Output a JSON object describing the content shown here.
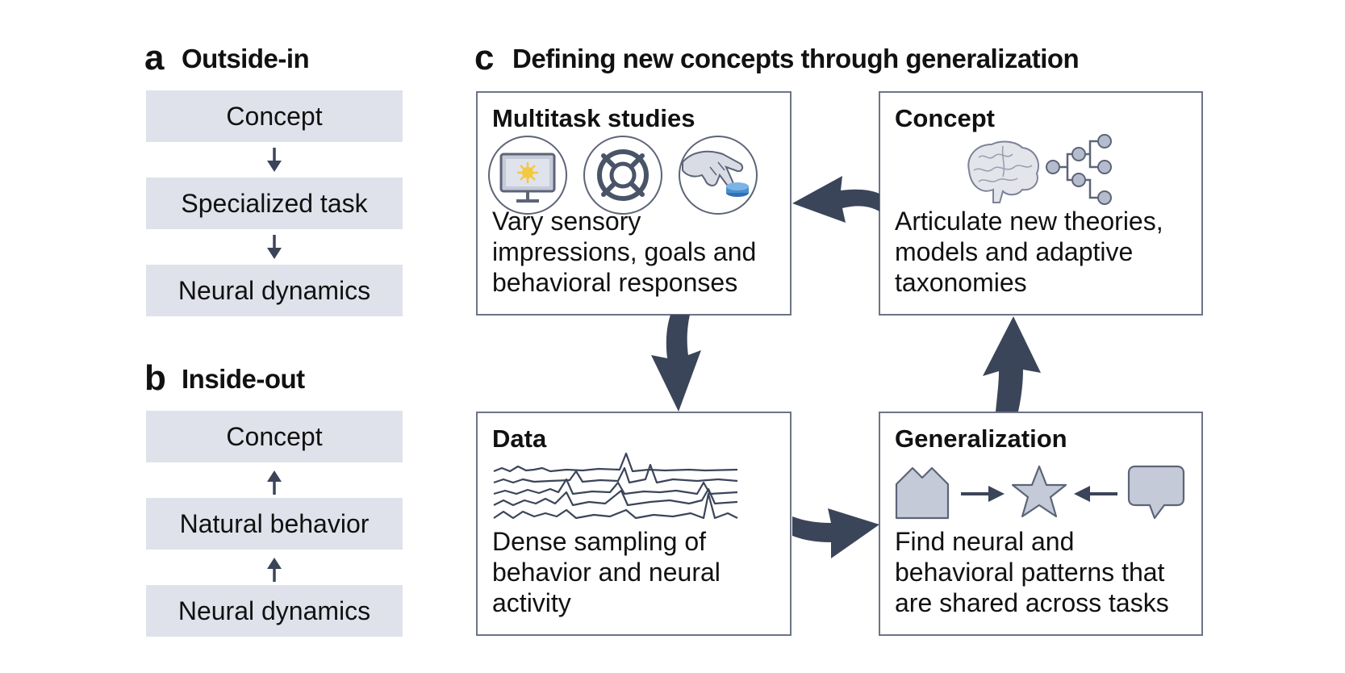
{
  "panel_a": {
    "letter": "a",
    "title": "Outside-in",
    "steps": [
      "Concept",
      "Specialized task",
      "Neural dynamics"
    ],
    "arrow_direction": "down"
  },
  "panel_b": {
    "letter": "b",
    "title": "Inside-out",
    "steps": [
      "Concept",
      "Natural behavior",
      "Neural dynamics"
    ],
    "arrow_direction": "up"
  },
  "panel_c": {
    "letter": "c",
    "title": "Defining new concepts through generalization",
    "boxes": {
      "multitask": {
        "heading": "Multitask studies",
        "text": "Vary sensory\nimpressions, goals and\nbehavioral responses",
        "icons": [
          "monitor-sun-icon",
          "target-reticle-icon",
          "hand-pressing-button-icon"
        ]
      },
      "concept": {
        "heading": "Concept",
        "text": "Articulate new theories,\nmodels and adaptive\ntaxonomies",
        "icons": [
          "brain-icon",
          "tree-diagram-icon"
        ]
      },
      "data": {
        "heading": "Data",
        "text": "Dense sampling of\nbehavior and neural\nactivity",
        "icons": [
          "neural-traces-icon"
        ]
      },
      "generalization": {
        "heading": "Generalization",
        "text": "Find neural and\nbehavioral patterns that\nare shared across tasks",
        "icons": [
          "house-shape-icon",
          "arrow-right-icon",
          "star-shape-icon",
          "arrow-left-icon",
          "speech-bubble-icon"
        ]
      }
    },
    "cycle": [
      "concept",
      "multitask",
      "data",
      "generalization",
      "concept"
    ]
  },
  "colors": {
    "step_box_fill": "#dfe2ea",
    "arrow": "#3b4559",
    "panel_border": "#6c7486",
    "icon_fill": "#c5cad8",
    "icon_stroke": "#5c6477",
    "accent_blue": "#4a8fd0",
    "sun_yellow": "#f5c842"
  }
}
